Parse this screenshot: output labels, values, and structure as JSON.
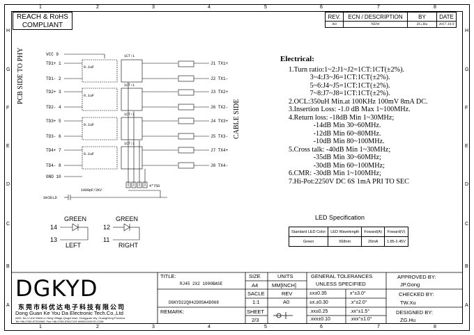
{
  "zones": {
    "columns": [
      "1",
      "2",
      "3",
      "4",
      "5",
      "6",
      "7",
      "8"
    ],
    "rows": [
      "H",
      "G",
      "F",
      "E",
      "D",
      "C",
      "B",
      "A"
    ]
  },
  "compliance": {
    "line1": "REACH & RoHS",
    "line2": "COMPLIANT"
  },
  "revision_table": {
    "headers": [
      "REV.",
      "ECN / DESCRIPTION",
      "BY",
      "DATE"
    ],
    "row": [
      "A0",
      "NEW",
      "ZG.Hu",
      "2017.10.9"
    ]
  },
  "schematic": {
    "left_pins": [
      "VCC 9",
      "TD1+ 1",
      "TD1- 2",
      "TD2+ 3",
      "TD2- 4",
      "TD3+ 5",
      "TD3- 6",
      "TD4+ 7",
      "TD4- 8",
      "GND 10"
    ],
    "right_pins": [
      "J1 TX1+",
      "J2 TX1-",
      "J3 TX2+",
      "J6 TX2-",
      "J4 TX3+",
      "J5 TX3-",
      "J7 TX4+",
      "J8 TX4-"
    ],
    "ratio": "1CT:1",
    "cap_label": "0.1uF",
    "res_label": "4*75Ω",
    "shield_cap": "1000pF/2KV",
    "shield_label": "SHIELD",
    "left_side": "PCB SIDE TO PHY",
    "right_side": "CABLE SIDE"
  },
  "leds": {
    "left": {
      "color": "GREEN",
      "pin_a": "14",
      "pin_k": "13",
      "name": "LEFT"
    },
    "right": {
      "color": "GREEN",
      "pin_a": "12",
      "pin_k": "11",
      "name": "RIGHT"
    }
  },
  "electrical": {
    "heading": "Electrical:",
    "lines": [
      "1.Turn ratio:1~2:J1~J2=1CT:1CT(±2%).",
      "            3~4:J3~J6=1CT:1CT(±2%).",
      "            5~6:J4~J5=1CT:1CT(±2%).",
      "            7~8:J7~J8=1CT:1CT(±2%).",
      "2.OCL:350uH Min.at 100KHz 100mV 8mA DC.",
      "3.Insertion Loss: -1.0 dB Max 1~100MHz.",
      "4.Return loss: -18dB Min 1~30MHz;",
      "              -14dB Min 30~60MHz.",
      "              -12dB Min 60~80MHz.",
      "              -10dB Min 80~100MHz.",
      "5.Cross talk: -40dB Min 1~30MHz;",
      "              -35dB Min 30~60MHz;",
      "              -30dB Min 60~100MHz;",
      "6.CMR: -30dB Min 1~100MHz;",
      "7.Hi-Pot:2250V DC 6S 1mA PRI TO SEC"
    ]
  },
  "led_spec": {
    "title": "LED Specification",
    "headers": [
      "Standard LED Color",
      "LED Wavelength",
      "Foward(A)",
      "Foward(V)"
    ],
    "row": [
      "Green",
      "568nm",
      "20mA",
      "1.85-2.45V"
    ]
  },
  "title_block": {
    "logo": "DGKYD",
    "company_cn": "东莞市科优达电子科技有限公司",
    "company_en": "Dong Guan Ke You Da Electronic Tech.Co.,Ltd",
    "address1": "ADD: No.1 Lihe Street,Li Heng Village,Qingxi town, Dongguan city, GuangDong Province",
    "address2": "Tel:+86-0769-87334900; Fax:+86-0769-87647129 WWW.DGKYD.COM",
    "title_label": "TITLE:",
    "title_value": "RJ45 2X2 1000BASE",
    "part_number": "DGKYD22Q042D8SA4D068",
    "remark_label": "REMARK:",
    "size_label": "SIZE",
    "size_value": "A4",
    "units_label": "UNITS",
    "units_value": "MM[INCH]",
    "scale_label": "SACLE",
    "scale_value": "1:1",
    "rev_label": "REV",
    "rev_value": "A0",
    "sheet_label": "SHEET",
    "sheet_value": "2/3",
    "tol_line1": "GENERAL TOLERANCES",
    "tol_line2": "UNLESS SPECIFIED",
    "tolerances": [
      [
        "±x±0.35",
        "x°±3.0°"
      ],
      [
        "±x.±0.30",
        ".x°±2.0°"
      ],
      [
        ".xx±0.25",
        ".xx°±1.5°"
      ],
      [
        ".xxx±0.10",
        ".xxx°±1.0°"
      ]
    ],
    "approved_label": "APPROVED BY:",
    "approved_value": "JP.Gong",
    "checked_label": "CHECKED BY:",
    "checked_value": "TW.Xu",
    "designed_label": "DESIGNED BY:",
    "designed_value": "ZG.Hu"
  }
}
